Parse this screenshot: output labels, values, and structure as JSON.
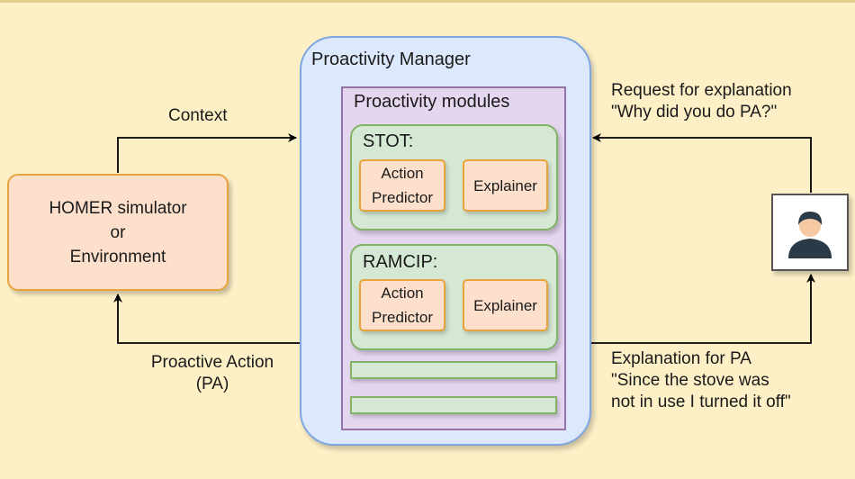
{
  "environment": {
    "lines": [
      "HOMER simulator",
      "or",
      "Environment"
    ]
  },
  "manager": {
    "title": "Proactivity Manager"
  },
  "modules": {
    "title": "Proactivity modules",
    "items": [
      {
        "name": "STOT:",
        "predictor": [
          "Action",
          "Predictor"
        ],
        "explainer": "Explainer"
      },
      {
        "name": "RAMCIP:",
        "predictor": [
          "Action",
          "Predictor"
        ],
        "explainer": "Explainer"
      }
    ]
  },
  "edges": {
    "context": "Context",
    "proactive_action": [
      "Proactive Action",
      "(PA)"
    ],
    "request": [
      "Request for explanation",
      "\"Why did you do PA?\""
    ],
    "explanation": [
      "Explanation for PA",
      "\"Since the stove was",
      "not in use I turned it off\""
    ]
  },
  "user": {
    "icon": "user-icon"
  },
  "colors": {
    "background": "#fdf0c7",
    "env_fill": "#fde0cc",
    "env_stroke": "#e8a43a",
    "manager_fill": "#dce8fb",
    "manager_stroke": "#7ea6e0",
    "modules_fill": "#e4d6ee",
    "modules_stroke": "#9673a6",
    "module_fill": "#d5e8d4",
    "module_stroke": "#82b366"
  }
}
